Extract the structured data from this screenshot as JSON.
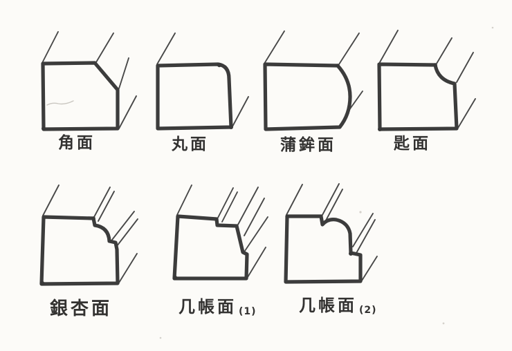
{
  "canvas": {
    "background": "#fcfbf8",
    "ink_color": "#3c3c3c",
    "line_color": "#484848",
    "label_color": "#333231"
  },
  "figures": [
    {
      "name": "kaku-men",
      "label": "角面",
      "suffix": ""
    },
    {
      "name": "maru-men",
      "label": "丸面",
      "suffix": ""
    },
    {
      "name": "kamaboko-men",
      "label": "蒲鉾面",
      "suffix": ""
    },
    {
      "name": "saji-men",
      "label": "匙面",
      "suffix": ""
    },
    {
      "name": "icho-men",
      "label": "銀杏面",
      "suffix": ""
    },
    {
      "name": "kicho-men-1",
      "label": "几帳面",
      "suffix": "(1)"
    },
    {
      "name": "kicho-men-2",
      "label": "几帳面",
      "suffix": "(2)"
    }
  ]
}
